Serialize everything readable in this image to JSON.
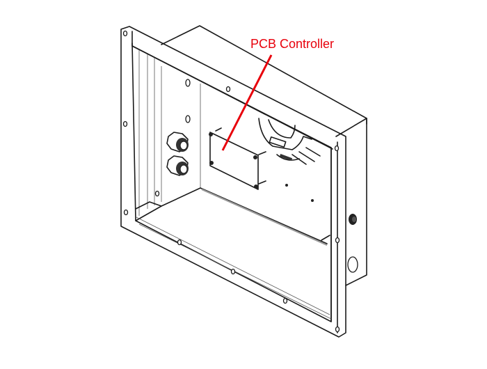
{
  "diagram": {
    "subject": "Recessed electrical enclosure (isometric line drawing)",
    "callouts": [
      {
        "label": "PCB Controller",
        "color": "#e8000b",
        "target": "pcb-controller-board"
      }
    ],
    "components": [
      "mounting-flange",
      "enclosure-box",
      "pcb-controller-board",
      "cable-gland-top",
      "cable-gland-bottom",
      "transformer",
      "side-cable-gland",
      "side-knockout-hole"
    ]
  }
}
